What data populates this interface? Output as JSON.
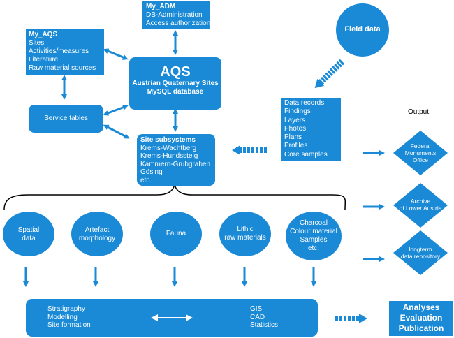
{
  "colors": {
    "primary": "#1a8ad6",
    "text_on_primary": "#ffffff",
    "background": "#ffffff"
  },
  "my_adm": {
    "title": "My_ADM",
    "lines": [
      "DB-Administration",
      "Access authorization"
    ]
  },
  "my_aqs": {
    "title": "My_AQS",
    "lines": [
      "Sites",
      "Activities/measures",
      "Literature",
      "Raw material sources"
    ]
  },
  "aqs": {
    "title": "AQS",
    "line1": "Austrian Quaternary Sites",
    "line2": "MySQL database"
  },
  "field_data": {
    "label": "Field data"
  },
  "service_tables": {
    "label": "Service tables"
  },
  "data_records": {
    "lines": [
      "Data records",
      "Findings",
      "Layers",
      "Photos",
      "Plans",
      "Profiles",
      "Core samples"
    ]
  },
  "site_subsystems": {
    "title": "Site subsystems",
    "lines": [
      "Krems-Wachtberg",
      "Krems-Hundssteig",
      "Kammern-Grubgraben",
      "Gösing",
      "etc."
    ]
  },
  "output": {
    "title": "Output:",
    "items": [
      {
        "lines": [
          "Federal",
          "Monuments",
          "Office"
        ]
      },
      {
        "lines": [
          "Archive",
          "of Lower Austria"
        ]
      },
      {
        "lines": [
          "longterm",
          "data repository"
        ]
      }
    ]
  },
  "categories": [
    {
      "lines": [
        "Spatial",
        "data"
      ]
    },
    {
      "lines": [
        "Artefact",
        "morphology"
      ]
    },
    {
      "lines": [
        "Fauna"
      ]
    },
    {
      "lines": [
        "Lithic",
        "raw materials"
      ]
    },
    {
      "lines": [
        "Charcoal",
        "Colour material",
        "Samples",
        "etc."
      ]
    }
  ],
  "methods": {
    "left": [
      "Stratigraphy",
      "Modelling",
      "Site formation"
    ],
    "right": [
      "GIS",
      "CAD",
      "Statistics"
    ]
  },
  "results": {
    "lines": [
      "Analyses",
      "Evaluation",
      "Publication"
    ]
  }
}
